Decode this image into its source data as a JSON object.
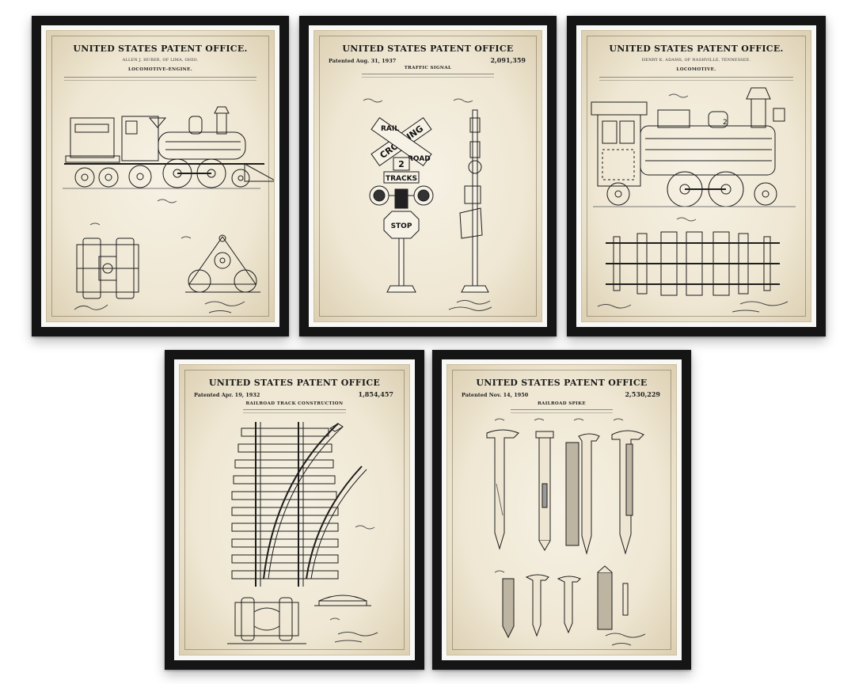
{
  "posters": [
    {
      "header": "UNITED STATES PATENT OFFICE.",
      "inventor_line": "ALLEN J. HUBER, OF LIMA, OHIO.",
      "title": "LOCOMOTIVE-ENGINE."
    },
    {
      "header": "UNITED STATES PATENT OFFICE",
      "patented": "Patented Aug. 31, 1937",
      "number": "2,091,359",
      "title": "TRAFFIC SIGNAL"
    },
    {
      "header": "UNITED STATES PATENT OFFICE.",
      "inventor_line": "HENRY K. ADAMS, OF NASHVILLE, TENNESSEE.",
      "title": "LOCOMOTIVE."
    },
    {
      "header": "UNITED STATES PATENT OFFICE",
      "patented": "Patented Apr. 19, 1932",
      "number": "1,854,457",
      "title": "RAILROAD TRACK CONSTRUCTION"
    },
    {
      "header": "UNITED STATES PATENT OFFICE",
      "patented": "Patented Nov. 14, 1950",
      "number": "2,530,229",
      "title": "RAILROAD SPIKE"
    }
  ],
  "signs": {
    "crossing": "CROSSING",
    "rail": "RAIL",
    "road": "ROAD",
    "count": "2",
    "tracks": "TRACKS",
    "stop": "STOP"
  }
}
